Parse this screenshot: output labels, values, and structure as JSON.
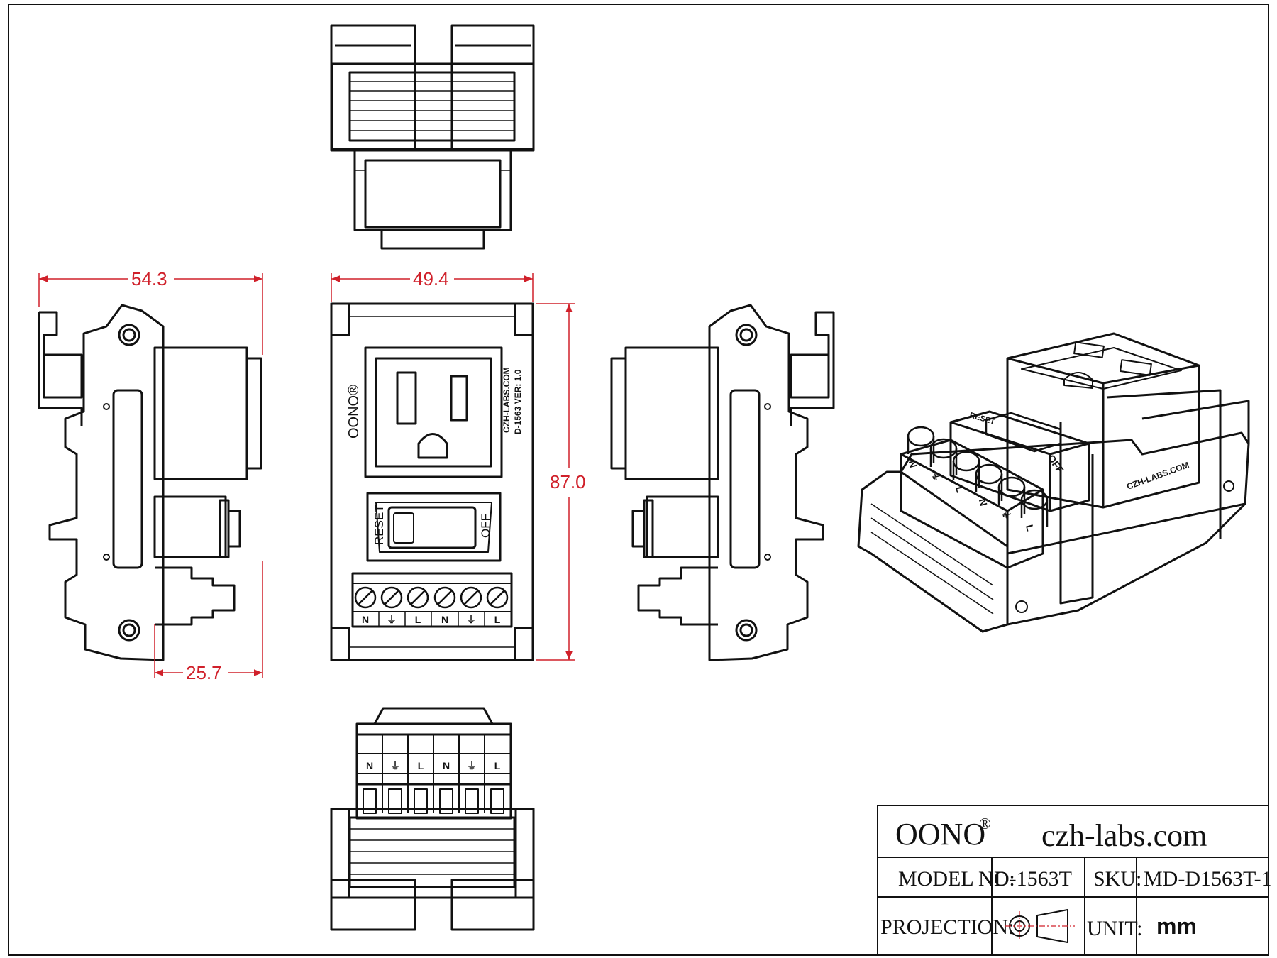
{
  "dimensions": {
    "side_width": "54.3",
    "front_width": "49.4",
    "front_height": "87.0",
    "side_depth": "25.7"
  },
  "front_panel": {
    "brand": "OONO®",
    "site": "CZH-LABS.COM",
    "model_ver": "D-1563  VER: 1.0",
    "reset": "RESET",
    "off": "OFF",
    "terminals": [
      "N",
      "⏚",
      "L",
      "N",
      "⏚",
      "L"
    ]
  },
  "iso_view": {
    "reset": "RESET",
    "off": "OFF",
    "site": "CZH-LABS.COM",
    "terminals": [
      "N",
      "⏚",
      "L",
      "N",
      "⏚",
      "L"
    ]
  },
  "bottom_view": {
    "terminals": [
      "N",
      "⏚",
      "L",
      "N",
      "⏚",
      "L"
    ]
  },
  "title_block": {
    "brand": "OONO",
    "brand_mark": "®",
    "website": "czh-labs.com",
    "model_label": "MODEL NO:",
    "model_value": "D-1563T",
    "sku_label": "SKU:",
    "sku_value": "MD-D1563T-1",
    "projection_label": "PROJECTION:",
    "unit_label": "UNIT:",
    "unit_value": "mm"
  },
  "colors": {
    "line": "#111111",
    "dimension": "#d0202a"
  }
}
